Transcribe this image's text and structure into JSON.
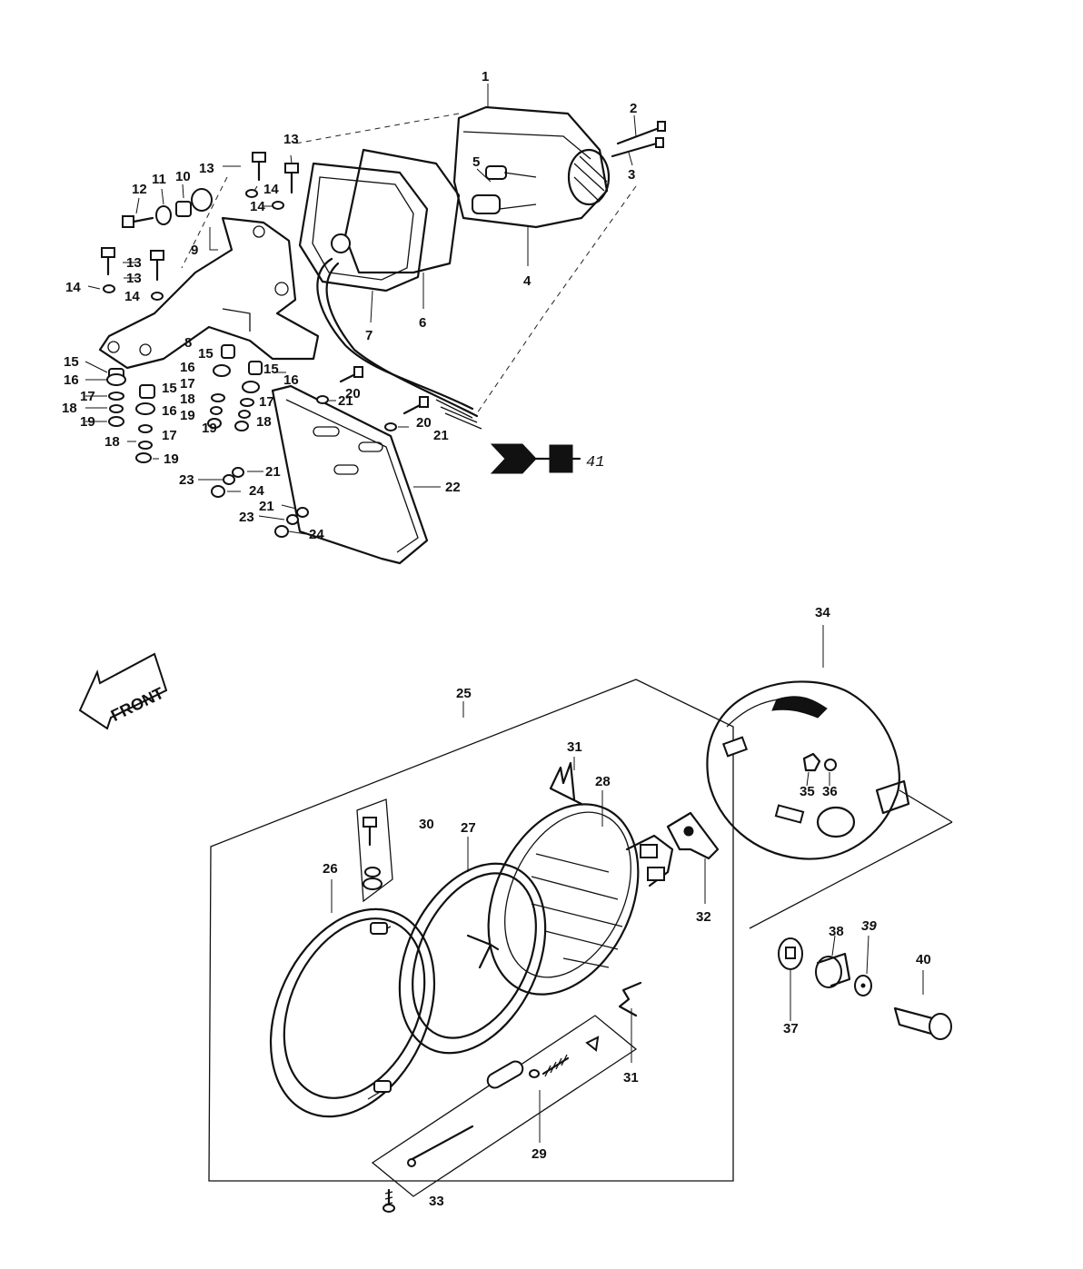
{
  "front_label": "FRONT",
  "reference": "41",
  "callouts": [
    "1",
    "2",
    "3",
    "4",
    "5",
    "6",
    "7",
    "8",
    "9",
    "10",
    "11",
    "12",
    "13",
    "14",
    "15",
    "16",
    "17",
    "18",
    "19",
    "20",
    "21",
    "22",
    "23",
    "24",
    "25",
    "26",
    "27",
    "28",
    "29",
    "30",
    "31",
    "32",
    "33",
    "34",
    "35",
    "36",
    "37",
    "38",
    "39",
    "40"
  ],
  "colors": {
    "ink": "#111111",
    "paper": "#ffffff"
  }
}
